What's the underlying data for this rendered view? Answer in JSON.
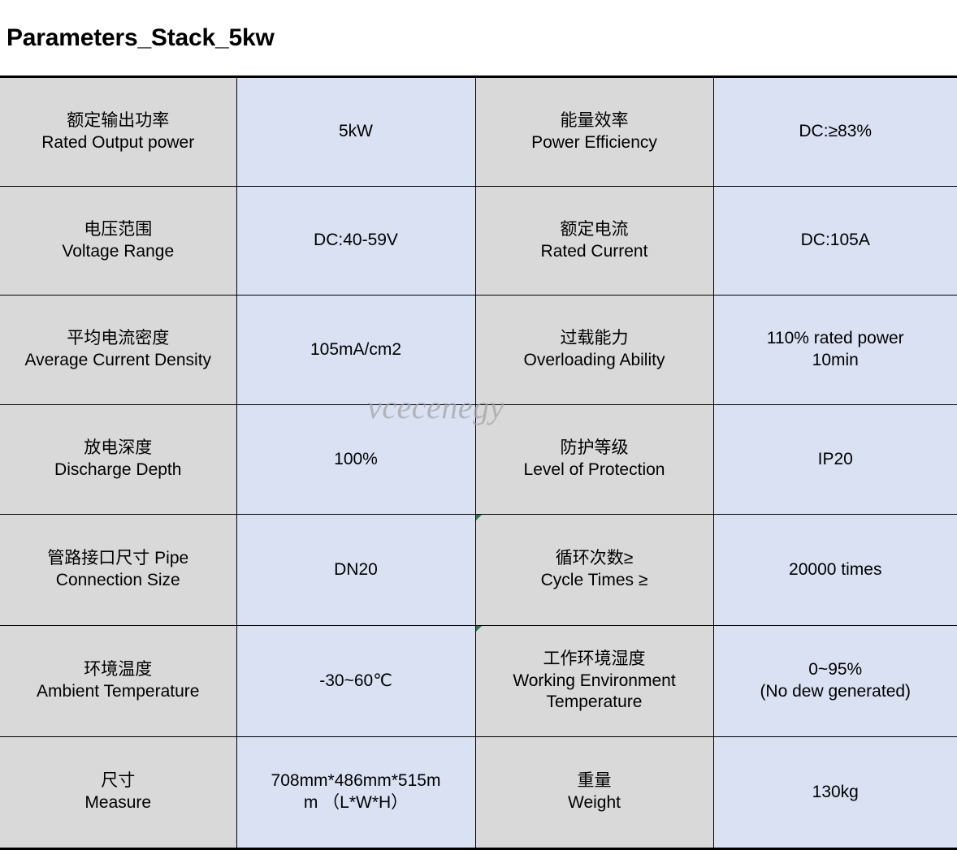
{
  "document": {
    "title": "Parameters_Stack_5kw",
    "watermark": "vcecenegy"
  },
  "colors": {
    "label_cell_bg": "#d9d9d9",
    "value_cell_bg": "#d9e1f2",
    "grid_line": "#000000",
    "watermark_text": "#a6a6a6",
    "error_flag": "#237b45"
  },
  "table": {
    "column_count": 4,
    "row_count": 7,
    "rows": [
      {
        "left": {
          "label_cn": "额定输出功率",
          "label_en": "Rated Output power",
          "value_lines": [
            "5kW"
          ]
        },
        "right": {
          "label_cn": "能量效率",
          "label_en": "Power Efficiency",
          "value_lines": [
            "DC:≥83%"
          ]
        }
      },
      {
        "left": {
          "label_cn": "电压范围",
          "label_en": "Voltage Range",
          "value_lines": [
            "DC:40-59V"
          ]
        },
        "right": {
          "label_cn": "额定电流",
          "label_en": "Rated Current",
          "value_lines": [
            "DC:105A"
          ]
        }
      },
      {
        "left": {
          "label_cn": "平均电流密度",
          "label_en": "Average Current Density",
          "value_lines": [
            "105mA/cm2"
          ]
        },
        "right": {
          "label_cn": "过载能力",
          "label_en": "Overloading Ability",
          "value_lines": [
            "110% rated power",
            "10min"
          ]
        }
      },
      {
        "left": {
          "label_cn": "放电深度",
          "label_en": "Discharge Depth",
          "value_lines": [
            "100%"
          ]
        },
        "right": {
          "label_cn": "防护等级",
          "label_en": "Level of Protection",
          "value_lines": [
            "IP20"
          ]
        }
      },
      {
        "left": {
          "label_cn": "管路接口尺寸 Pipe",
          "label_en": "Connection Size",
          "value_lines": [
            "DN20"
          ]
        },
        "right": {
          "label_cn": "循环次数≥",
          "label_en": "Cycle Times ≥",
          "value_lines": [
            "20000 times"
          ]
        }
      },
      {
        "left": {
          "label_cn": "环境温度",
          "label_en": "Ambient Temperature",
          "value_lines": [
            "-30~60℃"
          ]
        },
        "right": {
          "label_cn": "工作环境湿度",
          "label_en": "Working Environment Temperature",
          "value_lines": [
            "0~95%",
            "(No dew generated)"
          ]
        }
      },
      {
        "left": {
          "label_cn": "尺寸",
          "label_en": "Measure",
          "value_lines": [
            "708mm*486mm*515m",
            "m （L*W*H）"
          ]
        },
        "right": {
          "label_cn": "重量",
          "label_en": "Weight",
          "value_lines": [
            "130kg"
          ]
        }
      }
    ]
  }
}
